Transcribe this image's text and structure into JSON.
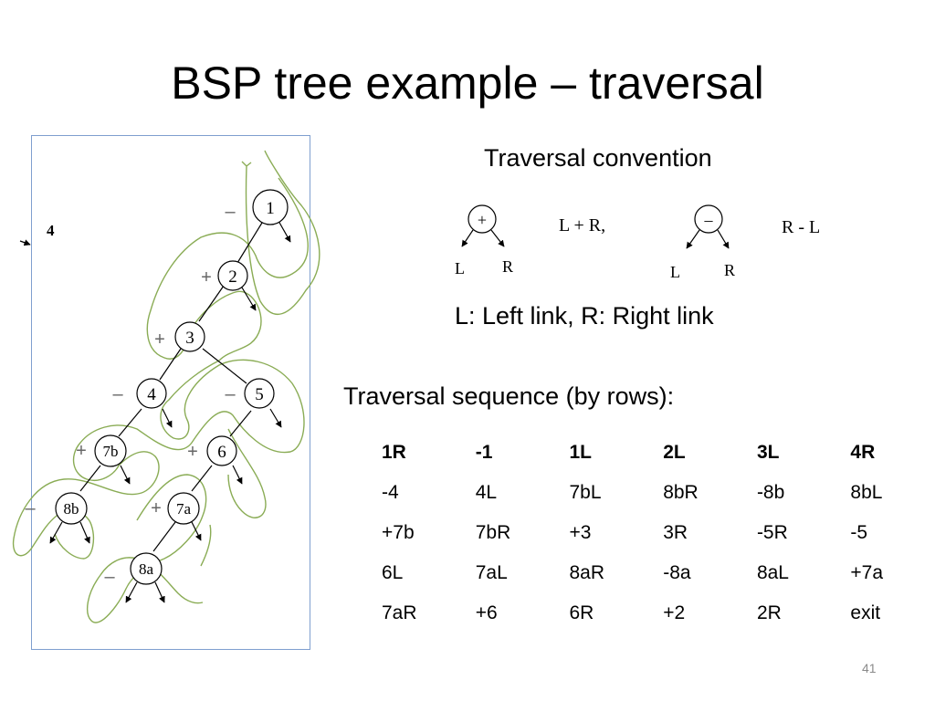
{
  "title": "BSP tree example – traversal",
  "tree": {
    "outside_label": "4",
    "nodes": [
      {
        "id": "1",
        "sign": "–"
      },
      {
        "id": "2",
        "sign": "+"
      },
      {
        "id": "3",
        "sign": "+"
      },
      {
        "id": "4",
        "sign": "–"
      },
      {
        "id": "5",
        "sign": "–"
      },
      {
        "id": "7b",
        "sign": "+"
      },
      {
        "id": "6",
        "sign": "+"
      },
      {
        "id": "8b",
        "sign": "–"
      },
      {
        "id": "7a",
        "sign": "+"
      },
      {
        "id": "8a",
        "sign": "–"
      }
    ],
    "colors": {
      "node": "#000000",
      "path": "#8aac55",
      "frame": "#7f9fcf"
    }
  },
  "convention": {
    "title": "Traversal convention",
    "plus_node": {
      "sign": "+",
      "left": "L",
      "right": "R",
      "order": "L + R,"
    },
    "minus_node": {
      "sign": "–",
      "left": "L",
      "right": "R",
      "order": "R - L"
    }
  },
  "links_caption": "L: Left link, R: Right link",
  "sequence": {
    "title": "Traversal sequence (by rows):",
    "header": [
      "1R",
      "-1",
      "1L",
      "2L",
      "3L",
      "4R"
    ],
    "rows": [
      [
        "-4",
        "4L",
        "7bL",
        "8bR",
        "-8b",
        "8bL"
      ],
      [
        "+7b",
        "7bR",
        "+3",
        "3R",
        "-5R",
        "-5"
      ],
      [
        "6L",
        "7aL",
        "8aR",
        "-8a",
        "8aL",
        "+7a"
      ],
      [
        "7aR",
        "+6",
        "6R",
        "+2",
        "2R",
        "exit"
      ]
    ]
  },
  "page_number": "41"
}
